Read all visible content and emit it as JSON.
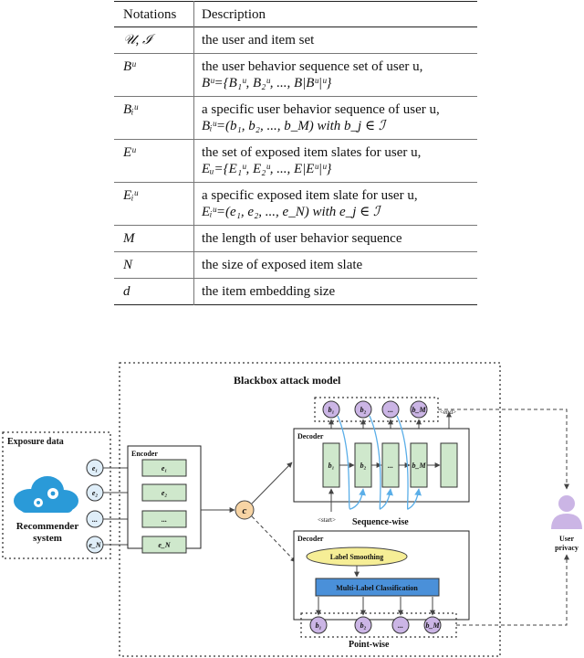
{
  "table": {
    "header": {
      "symbol": "Notations",
      "description": "Description"
    },
    "rows": [
      {
        "symbol": "𝒰, ℐ",
        "line1": "the user and item set",
        "line2": ""
      },
      {
        "symbol": "Bᵘ",
        "line1": "the user behavior sequence set of user u,",
        "line2": "Bᵘ={B₁ᵘ, B₂ᵘ, ..., B|Bᵘ|ᵘ}"
      },
      {
        "symbol": "Bᵢᵘ",
        "line1": "a specific user behavior sequence of user u,",
        "line2": "Bᵢᵘ=(b₁, b₂, ..., b_M) with b_j ∈ ℐ"
      },
      {
        "symbol": "Eᵘ",
        "line1": "the set of exposed item slates for user u,",
        "line2": "Eᵤ={E₁ᵘ, E₂ᵘ, ..., E|Eᵘ|ᵘ}"
      },
      {
        "symbol": "Eᵢᵘ",
        "line1": "a specific exposed item slate for user u,",
        "line2": "Eᵢᵘ=(e₁, e₂, ..., e_N) with e_j ∈ ℐ"
      },
      {
        "symbol": "M",
        "line1": "the length of user behavior sequence",
        "line2": ""
      },
      {
        "symbol": "N",
        "line1": "the size of exposed item slate",
        "line2": ""
      },
      {
        "symbol": "d",
        "line1": "the item embedding size",
        "line2": ""
      }
    ]
  },
  "diagram": {
    "model_title": "Blackbox attack model",
    "exposure_title": "Exposure data",
    "recommender_label_1": "Recommender",
    "recommender_label_2": "system",
    "encoder_label": "Encoder",
    "decoder_label": "Decoder",
    "context_label": "c",
    "e_circles": [
      "e₁",
      "e₂",
      "...",
      "e_N"
    ],
    "encoder_cells": [
      "e₁",
      "e₂",
      "...",
      "e_N"
    ],
    "seq_outputs": [
      "b₁",
      "b₂",
      "...",
      "b_M"
    ],
    "seq_cells": [
      "b₁",
      "b₂",
      "...",
      "b_M",
      ""
    ],
    "end_token": "<end>",
    "start_token": "<start>",
    "sequence_wise": "Sequence-wise",
    "label_smoothing": "Label Smoothing",
    "multi_label": "Multi-Label Classification",
    "point_outputs": [
      "b₁",
      "b₂",
      "...",
      "b_M"
    ],
    "point_wise": "Point-wise",
    "user_label_1": "User",
    "user_label_2": "privacy",
    "colors": {
      "green": "#cfe8cc",
      "purple": "#cbb5e5",
      "orange": "#f7d4a4",
      "yellow": "#f6ee96",
      "blue": "#4a90d9",
      "cloud": "#2a9ad8",
      "arrow_blue": "#5aaee8"
    }
  }
}
